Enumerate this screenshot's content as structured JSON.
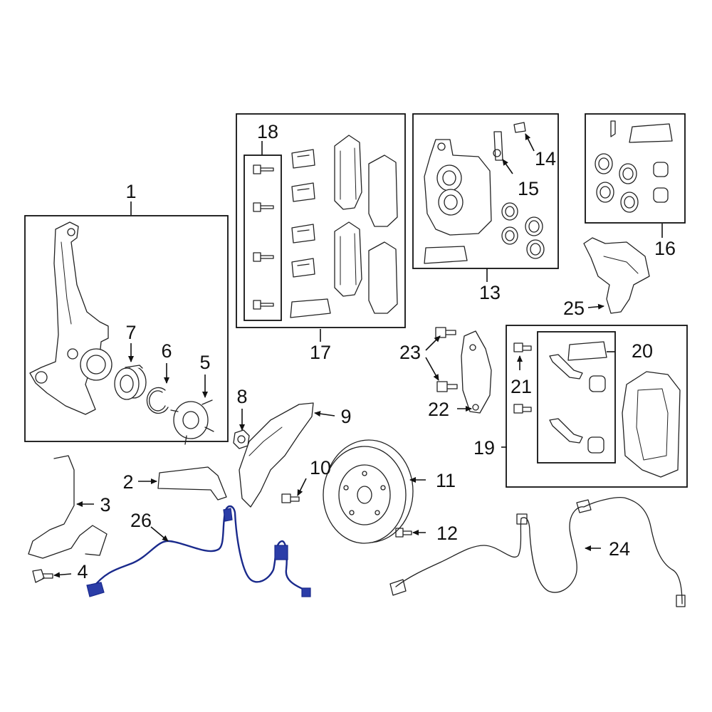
{
  "callouts": {
    "c1": "1",
    "c2": "2",
    "c3": "3",
    "c4": "4",
    "c5": "5",
    "c6": "6",
    "c7": "7",
    "c8": "8",
    "c9": "9",
    "c10": "10",
    "c11": "11",
    "c12": "12",
    "c13": "13",
    "c14": "14",
    "c15": "15",
    "c16": "16",
    "c17": "17",
    "c18": "18",
    "c19": "19",
    "c20": "20",
    "c21": "21",
    "c22": "22",
    "c23": "23",
    "c24": "24",
    "c25": "25",
    "c26": "26"
  },
  "colors": {
    "linework": "#222222",
    "highlight_part": "#1a2a8c"
  }
}
